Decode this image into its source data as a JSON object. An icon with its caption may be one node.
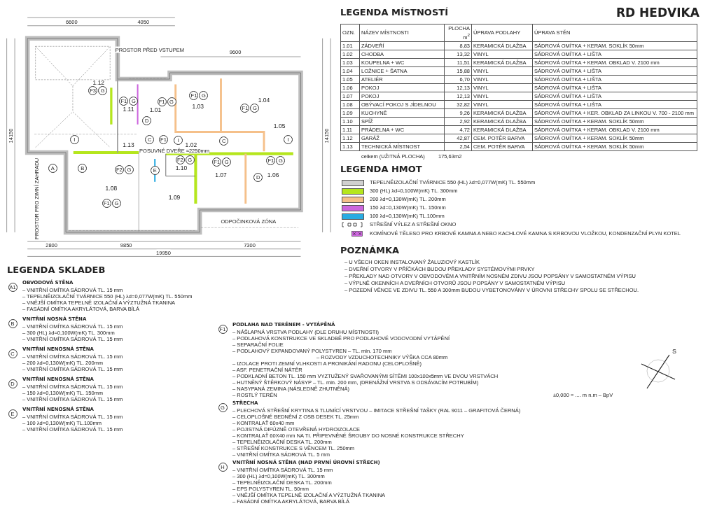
{
  "diagram": {
    "title": "RD HEDVIKA",
    "nodes": [
      {
        "text": [
          "A1"
        ]
      },
      {
        "text": [
          "B"
        ]
      },
      {
        "text": [
          "C"
        ]
      },
      {
        "text": [
          "D"
        ]
      },
      {
        "text": [
          "E"
        ]
      },
      {
        "text": [
          "F1"
        ]
      },
      {
        "text": [
          "G"
        ]
      },
      {
        "text": [
          "H"
        ]
      },
      {
        "text": [
          "F3"
        ]
      },
      {
        "text": [
          "G"
        ]
      },
      {
        "text": [
          "F1"
        ]
      },
      {
        "text": [
          "G"
        ]
      },
      {
        "text": [
          "F1"
        ]
      },
      {
        "text": [
          "G"
        ]
      },
      {
        "text": [
          "F1"
        ]
      },
      {
        "text": [
          "G"
        ]
      },
      {
        "text": [
          "F1"
        ]
      },
      {
        "text": [
          "G"
        ]
      },
      {
        "text": [
          "F1"
        ]
      },
      {
        "text": [
          "F2"
        ]
      },
      {
        "text": [
          "G"
        ]
      },
      {
        "text": [
          "F1"
        ]
      },
      {
        "text": [
          "G"
        ]
      },
      {
        "text": [
          "F1"
        ]
      },
      {
        "text": [
          "G"
        ]
      },
      {
        "text": [
          "F2"
        ]
      },
      {
        "text": [
          "G"
        ]
      },
      {
        "text": [
          "F1"
        ]
      },
      {
        "text": [
          "G"
        ]
      },
      {
        "text": [
          "A"
        ]
      },
      {
        "text": [
          "B"
        ]
      },
      {
        "text": [
          "C"
        ]
      },
      {
        "text": [
          "C"
        ]
      },
      {
        "text": [
          "D"
        ]
      },
      {
        "text": [
          "D"
        ]
      },
      {
        "text": [
          "E"
        ]
      },
      {
        "text": [
          "I"
        ]
      },
      {
        "text": [
          "I"
        ]
      },
      {
        "text": [
          "I"
        ]
      }
    ],
    "labels": [
      "LEGENDA MÍSTNOSTÍ",
      "OZN.",
      "NÁZEV MÍSTNOSTI",
      "PLOCHA m$^{2}$",
      "ÚPRAVA PODLAHY",
      "ÚPRAVA STĚN",
      "1.01",
      "ZÁDVEŘÍ",
      "8,83",
      "KERAMICKÁ DLAŽBA",
      "SÁDROVÁ OMÍTKA + KERAM. SOKLÍK 50mm",
      "1.02",
      "CHODBA",
      "13,32",
      "VINYL",
      "SÁDROVÁ OMÍTKA + LIŠTA",
      "1.03",
      "KOUPELNA + WC",
      "11,51",
      "KERAMICKÁ DLAŽBA",
      "SÁDROVÁ OMÍTKA + KERAM. OBKLAD V. 2100 mm",
      "1.04",
      "LOŽNICE + ŠATNA",
      "15,88",
      "VINYL",
      "SÁDROVÁ OMÍTKA + LIŠTA",
      "1.05",
      "ATELIÉR",
      "6,70",
      "VINYL",
      "SÁDROVÁ OMÍTKA + LIŠTA",
      "1.06",
      "POKOJ",
      "12,13",
      "VINYL",
      "SÁDROVÁ OMÍTKA + LIŠTA",
      "1.07",
      "POKOJ",
      "12,13",
      "VINYL",
      "SÁDROVÁ OMÍTKA + LIŠTA",
      "1.08",
      "OBÝVACÍ POKOJ S JÍDELNOU",
      "32,82",
      "VINYL",
      "SÁDROVÁ OMÍTKA + LIŠTA",
      "1.09",
      "KUCHYNĚ",
      "9,26",
      "KERAMICKÁ DLAŽBA",
      "SÁDROVÁ OMÍTKA + KER. OBKLAD ZA LINKOU V. 700 - 2100 mm",
      "1.10",
      "SPÍŽ",
      "2,92",
      "KERAMICKÁ DLAŽBA",
      "SÁDROVÁ OMÍTKA + KERAM. SOKLÍK 50mm",
      "1.11",
      "PRÁDELNA + WC",
      "4,72",
      "KERAMICKÁ DLAŽBA",
      "SÁDROVÁ OMÍTKA + KERAM. OBKLAD V. 2100 mm",
      "1.12",
      "GARÁŽ",
      "42,87",
      "CEM. POTĚR BARVA",
      "SÁDROVÁ OMÍTKA + KERAM. SOKLÍK 50mm",
      "1.13",
      "TECHNICKÁ MÍSTNOST",
      "2,54",
      "CEM. POTĚR BARVA",
      "SÁDROVÁ OMÍTKA + KERAM. SOKLÍK 50mm",
      "celkem (UŽITNÁ PLOCHA)",
      "175,63m2",
      "LEGENDA HMOT",
      "POZNÁMKA",
      "– U VŠECH OKEN INSTALOVANÝ ŽALUZIOVÝ KASTLÍK",
      "– DVEŘNÍ OTVORY V PŘÍČKÁCH BUDOU PŘEKLADY SYSTÉMOVÝMI PRVKY",
      "– PŘEKLADY NAD OTVORY V OBVODOVÉM A VNITŘNÍM NOSNÉM ZDIVU JSOU POPSÁNY V SAMOSTATNÉM VÝPISU",
      "– VÝPLNĚ OKENNÍCH A DVEŘNÍCH OTVORŮ JSOU POPSÁNY V SAMOSTATNÉM VÝPISU",
      "– POZEDNÍ VĚNCE VE ZDIVU TL. 550 A 300mm BUDOU VYBETONOVÁNY V ÚROVNI STŘECHY SPOLU SE STŘECHOU.",
      "±0,000 = .... m n.m – BpV",
      "S",
      "LEGENDA SKLADEB",
      "OBVODOVÁ STĚNA",
      "– VNITŘNÍ OMÍTKA SÁDROVÁ TL. 15 mm",
      "– TEPELNĚIZOLAČNÍ TVÁRNICE 550 (HL) λd=0,077W(mK) TL. 550mm",
      "– VNĚJŠÍ OMÍTKA TEPELNĚ IZOLAČNÍ A VÝZTUŽNÁ TKANINA",
      "– FASÁDNÍ OMÍTKA AKRYLÁTOVÁ, BARVA BÍLÁ",
      "VNITŘNÍ NOSNÁ STĚNA",
      "– VNITŘNÍ OMÍTKA SÁDROVÁ TL. 15 mm",
      "– 300 (HL) λd=0,100W(mK) TL. 300mm",
      "– VNITŘNÍ OMÍTKA SÁDROVÁ TL. 15 mm",
      "VNITŘNÍ NENOSNÁ STĚNA",
      "– VNITŘNÍ OMÍTKA SÁDROVÁ TL. 15 mm",
      "– 200 λd=0,130W(mK) TL. 200mm",
      "– VNITŘNÍ OMÍTKA SÁDROVÁ TL. 15 mm",
      "VNITŘNÍ NENOSNÁ STĚNA",
      "– VNITŘNÍ OMÍTKA SÁDROVÁ TL. 15 mm",
      "– 150 λd=0,130W(mK) TL. 150mm",
      "– VNITŘNÍ OMÍTKA SÁDROVÁ TL. 15 mm",
      "VNITŘNÍ NENOSNÁ STĚNA",
      "– VNITŘNÍ OMÍTKA SÁDROVÁ TL. 15 mm",
      "– 100 λd=0,130W(mK) TL.100mm",
      "– VNITŘNÍ OMÍTKA SÁDROVÁ TL. 15 mm",
      "PODLAHA NAD TERÉNEM - VYTÁPĚNÁ",
      "– NÁŠLAPNÁ VRSTVA PODLAHY (DLE DRUHU MÍSTNOSTI)",
      "– PODLAHOVÁ KONSTRUKCE VE SKLADBĚ PRO PODLAHOVÉ VODOVODNÍ VYTÁPĚNÍ",
      "– SEPARAČNÍ FOLIE",
      "– PODLAHOVÝ EXPANDOVANÝ POLYSTYREN – TL. min. 170 mm",
      "– ROZVODY VZDUCHOTECHNIKY VÝŠKA CCA 80mm",
      "– IZOLACE PROTI ZEMNÍ VLHKOSTI A PRONIKÁNÍ RADONU (CELOPLOŠNĚ)",
      "– ASF. PENETRAČNÍ NÁTĚR",
      "– PODKLADNÍ BETON TL. 150 mm VYZTUŽENÝ SVAŘOVANÝMI SÍTĚMI 100x100x5mm VE DVOU VRSTVÁCH",
      "– HUTNĚNÝ ŠTĚRKOVÝ NÁSYP – TL. min. 200 mm, (DRENÁŽNÍ VRSTVA S ODSÁVACÍM POTRUBÍM)",
      "– NASYPANÁ ZEMINA (NÁSLEDNĚ ZHUTNĚNÁ)",
      "– ROSTLÝ TERÉN",
      "STŘECHA",
      "– PLECHOVÁ STŘEŠNÍ KRYTINA S TLUMÍCÍ VRSTVOU – IMITACE STŘEŠNÍ TAŠKY (RAL 9011 – GRAFITOVÁ ČERNÁ)",
      "– CELOPLOŠNÉ BEDNĚNÍ Z OSB DESEK TL. 25mm",
      "– KONTRALAŤ 60x40 mm",
      "– POJISTNÁ DIFÚZNĚ OTEVŘENÁ HYDROIZOLACE",
      "– KONTRALAŤ 60X40 mm NA TI. PŘIPEVNĚNÉ ŠROUBY DO NOSNÉ KONSTRUKCE STŘECHY",
      "– TEPELNĚIZOLAČNÍ DESKA TL. 200mm",
      "– STŘEŠNÍ KONSTRUKCE S VĚNCEM TL. 250mm",
      "– VNITŘNÍ OMÍTKA SÁDROVÁ TL. 5 mm",
      "VNITŘNÍ NOSNÁ STĚNA (NAD PRVNÍ ÚROVNÍ STŘECH)",
      "– VNITŘNÍ OMÍTKA SÁDROVÁ TL. 15 mm",
      "– 300 (HL) λd=0,100W(mK) TL. 300mm",
      "– TEPELNĚIZOLAČNÍ DESKA TL. 200mm",
      "– EPS POLYSTYREN TL. 50mm",
      "– VNĚJŠÍ OMÍTKA TEPELNĚ IZOLAČNÍ A VÝZTUŽNÁ TKANINA",
      "– FASÁDNÍ OMÍTKA AKRYLÁTOVÁ, BARVA BÍLÁ",
      "1.12",
      "1.11",
      "1.01",
      "1.03",
      "1.04",
      "1.05",
      "1.13",
      "1.02",
      "1.10",
      "1.07",
      "1.06",
      "1.08",
      "1.09",
      "PROSTOR PŘED VSTUPEM",
      "POSUVNÉ DVEŘE ≈2250mm",
      "PROSTOR PRO ZIMNÍ ZAHRADU",
      "ODPOČINKOVÁ ZÓNA",
      "6600",
      "4050",
      "9600",
      "14150",
      "14150",
      "2800",
      "9850",
      "7300",
      "19950"
    ],
    "legend": [
      {
        "text": "TEPELNĚIZOLAČNÍ TVÁRNICE 550 (HL) λd=0,077W(mK) TL. 550mm",
        "color": "#d0d0d0"
      },
      {
        "text": "300 (HL) λd=0,100W(mK) TL. 300mm",
        "color": "#b5e61d"
      },
      {
        "text": "200 λd=0,130W(mK) TL. 200mm",
        "color": "#f5c08a"
      },
      {
        "text": "150 λd=0,130W(mK) TL. 150mm",
        "color": "#cc66dd"
      },
      {
        "text": "100 λd=0,130W(mK) TL.100mm",
        "color": "#29abe2"
      },
      {
        "text": "STŘEŠNÍ VÝLEZ A STŘEŠNÍ OKNO"
      },
      {
        "text": "KOMÍNOVÉ TĚLESO PRO KRBOVÉ KAMNA A NEBO KACHLOVÉ KAMNA S KRBOVOU VLOŽKOU, KONDENZAČNÍ PLYN KOTEL"
      }
    ]
  }
}
